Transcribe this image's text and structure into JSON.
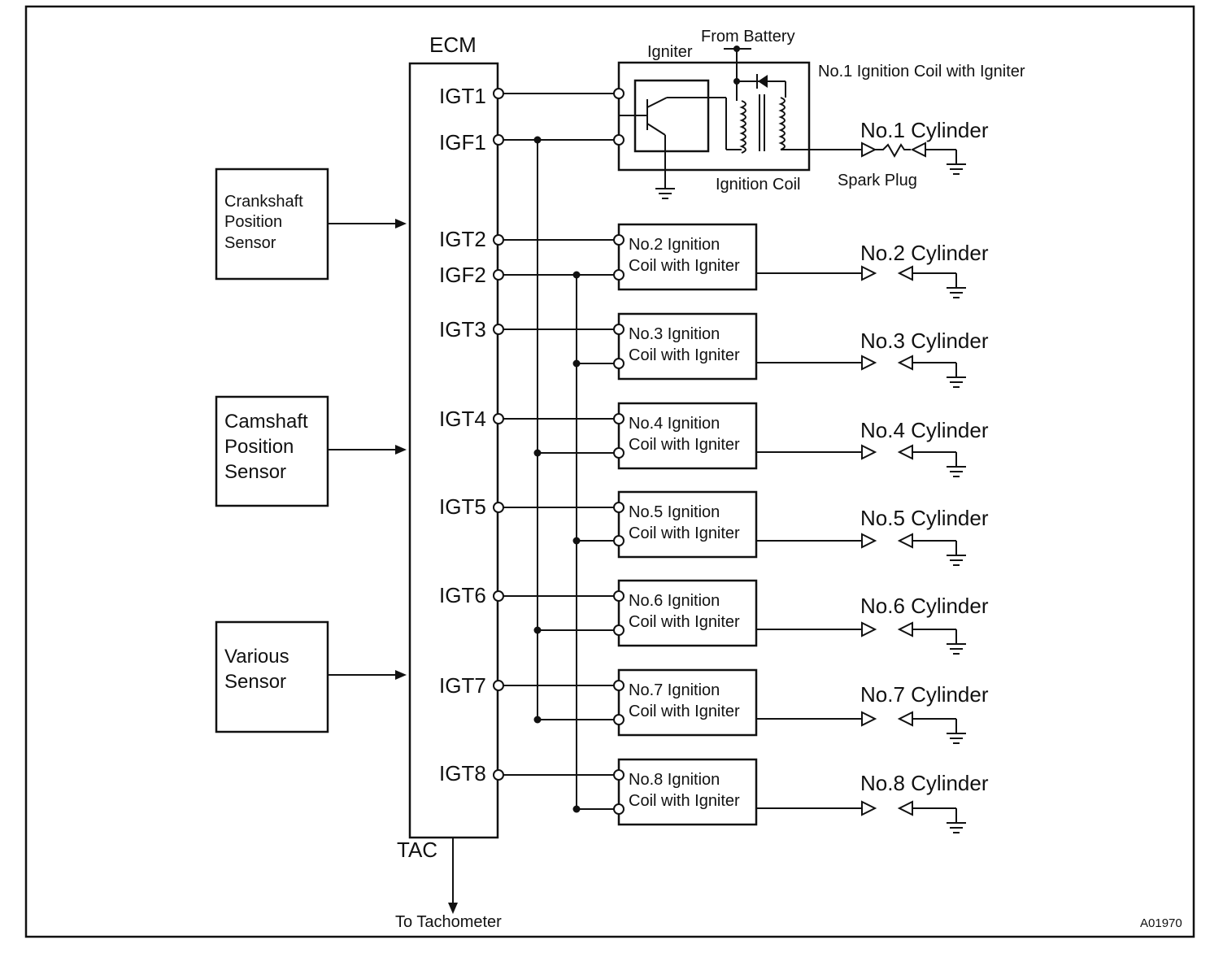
{
  "ecm": {
    "label": "ECM",
    "pins": [
      "IGT1",
      "IGF1",
      "IGT2",
      "IGF2",
      "IGT3",
      "IGT4",
      "IGT5",
      "IGT6",
      "IGT7",
      "IGT8"
    ],
    "tac_label": "TAC",
    "tachometer_label": "To Tachometer"
  },
  "sensors": [
    {
      "lines": [
        "Crankshaft",
        "Position",
        "Sensor"
      ]
    },
    {
      "lines": [
        "Camshaft",
        "Position",
        "Sensor"
      ]
    },
    {
      "lines": [
        "Various",
        "Sensor"
      ]
    }
  ],
  "coil1": {
    "igniter_label": "Igniter",
    "battery_label": "From Battery",
    "title": "No.1 Ignition Coil with Igniter",
    "coil_label": "Ignition Coil",
    "spark_plug_label": "Spark Plug"
  },
  "coils": [
    {
      "line1": "No.2 Ignition",
      "line2": "Coil with Igniter"
    },
    {
      "line1": "No.3 Ignition",
      "line2": "Coil with Igniter"
    },
    {
      "line1": "No.4 Ignition",
      "line2": "Coil with Igniter"
    },
    {
      "line1": "No.5 Ignition",
      "line2": "Coil with Igniter"
    },
    {
      "line1": "No.6 Ignition",
      "line2": "Coil with Igniter"
    },
    {
      "line1": "No.7 Ignition",
      "line2": "Coil with Igniter"
    },
    {
      "line1": "No.8 Ignition",
      "line2": "Coil with Igniter"
    }
  ],
  "cylinders": [
    "No.1 Cylinder",
    "No.2 Cylinder",
    "No.3 Cylinder",
    "No.4 Cylinder",
    "No.5 Cylinder",
    "No.6 Cylinder",
    "No.7 Cylinder",
    "No.8 Cylinder"
  ],
  "figure_code": "A01970"
}
